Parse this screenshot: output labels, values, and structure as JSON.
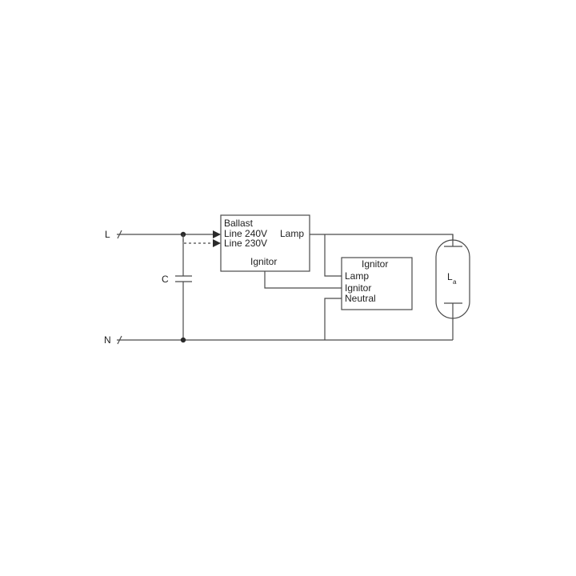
{
  "terminals": {
    "line": "L",
    "neutral": "N"
  },
  "capacitor": {
    "label": "C"
  },
  "ballast": {
    "title": "Ballast",
    "line_240": "Line 240V",
    "line_230": "Line 230V",
    "lamp": "Lamp",
    "ignitor": "Ignitor"
  },
  "ignitor_unit": {
    "title": "Ignitor",
    "lamp": "Lamp",
    "ignitor": "Ignitor",
    "neutral": "Neutral"
  },
  "lamp": {
    "label": "L",
    "subscript": "a"
  }
}
